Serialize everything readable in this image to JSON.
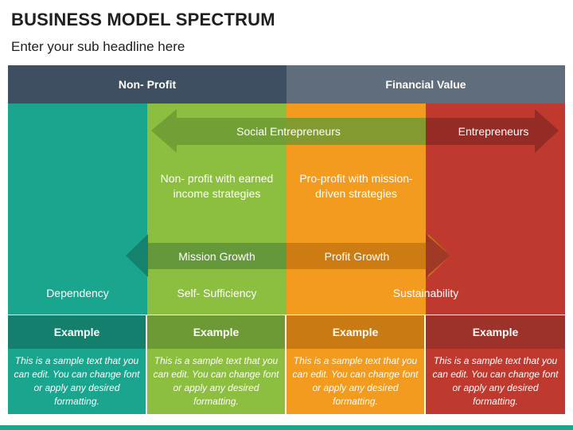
{
  "title": "BUSINESS MODEL SPECTRUM",
  "subtitle": "Enter your sub headline here",
  "headers": {
    "left": "Non- Profit",
    "right": "Financial Value"
  },
  "arrows": {
    "social": "Social Entrepreneurs",
    "entrepreneurs": "Entrepreneurs",
    "mission": "Mission Growth",
    "profit": "Profit Growth"
  },
  "columns": [
    {
      "color": "#1aa68e",
      "middle": "",
      "level": "Dependency",
      "example": "Example",
      "desc": "This is a sample text that you can edit. You can change font or apply any desired formatting."
    },
    {
      "color": "#8cbf3f",
      "middle": "Non- profit with earned income strategies",
      "level": "Self- Sufficiency",
      "example": "Example",
      "desc": "This is a sample text that you can edit. You can change font or apply any desired formatting."
    },
    {
      "color": "#f39b1e",
      "middle": "Pro-profit with mission-driven strategies",
      "level": "Sustainability",
      "example": "Example",
      "desc": "This is a sample text that you can edit. You can change font or apply any desired formatting."
    },
    {
      "color": "#c0392f",
      "middle": "",
      "level": "",
      "example": "Example",
      "desc": "This is a sample text that you can edit. You can change font or apply any desired formatting."
    }
  ],
  "colors": {
    "header_left": "#3d4f61",
    "header_right": "#5f6d7c",
    "accent_bar": "#1aa68e"
  }
}
